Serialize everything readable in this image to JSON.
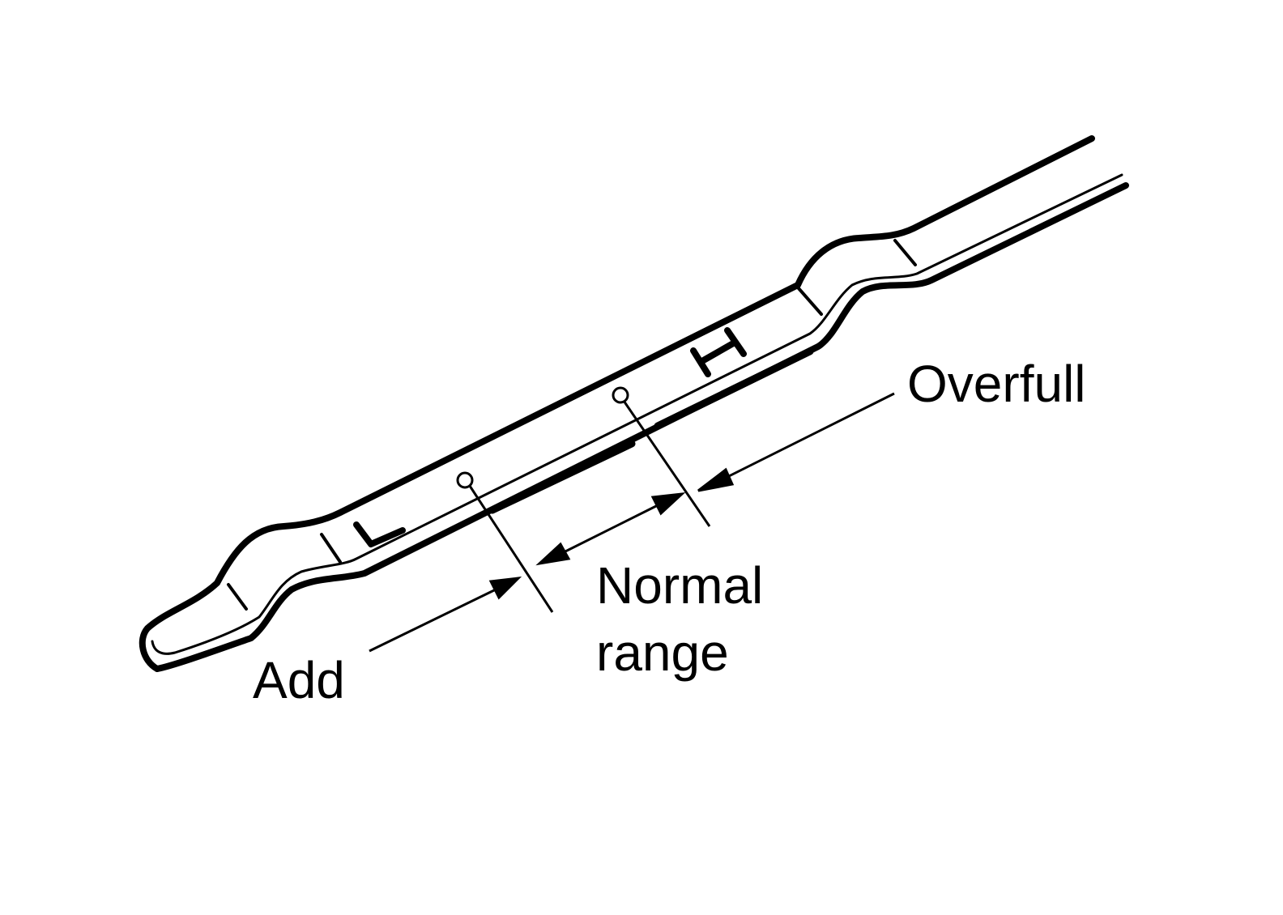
{
  "diagram": {
    "dipstick_marks": {
      "low": "L",
      "high": "H"
    },
    "labels": {
      "overfull": "Overfull",
      "normal_range_line1": "Normal",
      "normal_range_line2": "range",
      "add": "Add"
    },
    "colors": {
      "ink": "#000000",
      "background": "#ffffff"
    }
  }
}
